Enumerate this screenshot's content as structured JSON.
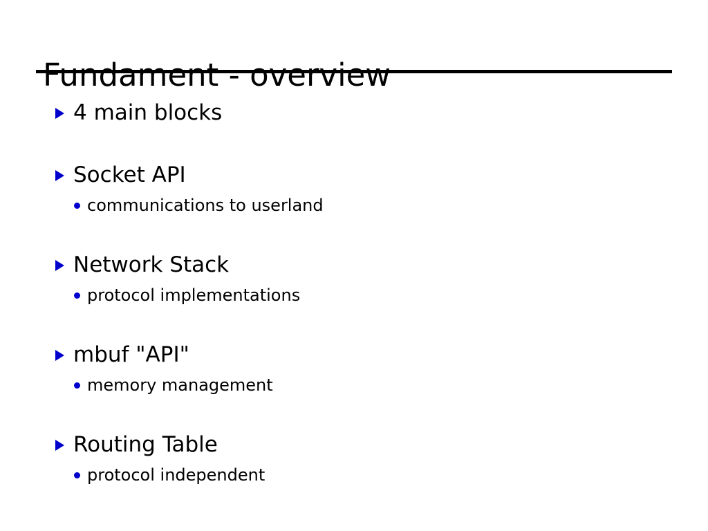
{
  "slide": {
    "title": "Fundament - overview",
    "background_color": "#ffffff",
    "text_color": "#000000",
    "bullet_color": "#0000cc",
    "rule_color": "#000000",
    "bullet_level1_icon": "triangle-right-bullet-icon",
    "bullet_level2_icon": "round-dot-bullet-icon",
    "groups": [
      {
        "heading": "4 main blocks",
        "subitems": []
      },
      {
        "heading": "Socket API",
        "subitems": [
          {
            "text": "communications to userland"
          }
        ]
      },
      {
        "heading": "Network Stack",
        "subitems": [
          {
            "text": "protocol implementations"
          }
        ]
      },
      {
        "heading": "mbuf \"API\"",
        "subitems": [
          {
            "text": "memory management"
          }
        ]
      },
      {
        "heading": "Routing Table",
        "subitems": [
          {
            "text": "protocol independent"
          }
        ]
      }
    ]
  }
}
